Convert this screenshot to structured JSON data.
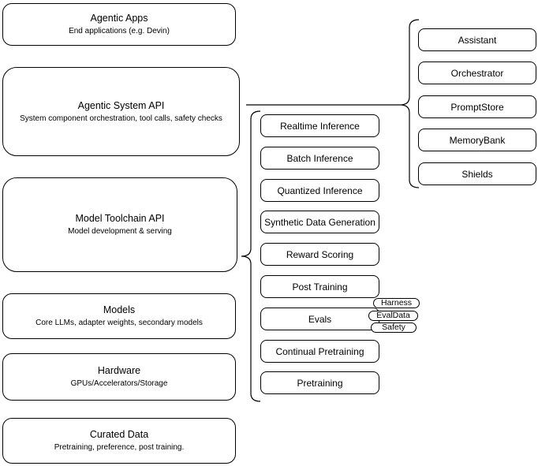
{
  "diagram": {
    "stack": [
      {
        "title": "Agentic Apps",
        "subtitle": "End applications (e.g. Devin)"
      },
      {
        "title": "Agentic System API",
        "subtitle": "System component orchestration, tool calls, safety checks"
      },
      {
        "title": "Model Toolchain API",
        "subtitle": "Model development & serving"
      },
      {
        "title": "Models",
        "subtitle": "Core LLMs, adapter weights, secondary models"
      },
      {
        "title": "Hardware",
        "subtitle": "GPUs/Accelerators/Storage"
      },
      {
        "title": "Curated Data",
        "subtitle": "Pretraining, preference, post training."
      }
    ],
    "toolchain": {
      "items": [
        "Realtime Inference",
        "Batch Inference",
        "Quantized Inference",
        "Synthetic Data Generation",
        "Reward Scoring",
        "Post Training",
        "Evals",
        "Continual Pretraining",
        "Pretraining"
      ],
      "evals_tags": [
        "Harness",
        "EvalData",
        "Safety"
      ]
    },
    "system_components": {
      "items": [
        "Assistant",
        "Orchestrator",
        "PromptStore",
        "MemoryBank",
        "Shields"
      ]
    },
    "colors": {
      "stroke": "#000000",
      "background": "#ffffff",
      "text": "#000000"
    }
  }
}
